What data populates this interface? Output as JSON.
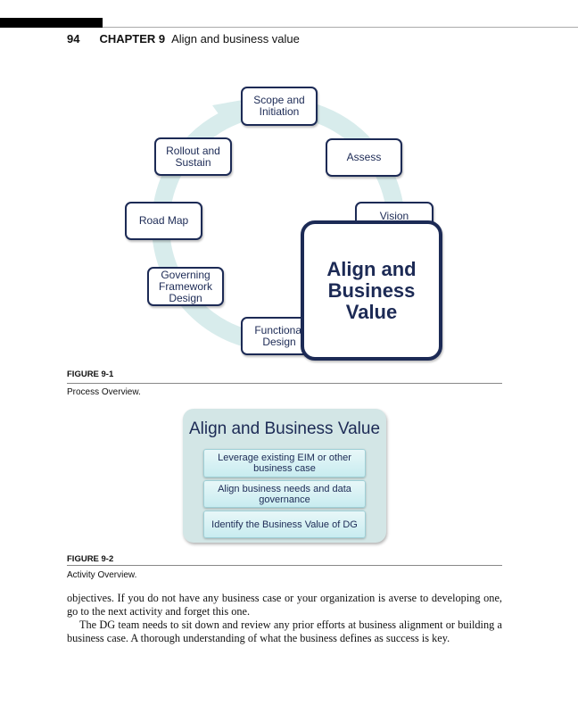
{
  "header": {
    "page_number": "94",
    "chapter": "CHAPTER 9",
    "chapter_title": "Align and business value"
  },
  "figure1": {
    "steps": [
      "Scope and Initiation",
      "Assess",
      "Vision",
      "Functional Design",
      "Governing Framework Design",
      "Road Map",
      "Rollout and Sustain"
    ],
    "highlight": "Align and Business Value",
    "label": "FIGURE 9-1",
    "caption": "Process Overview.",
    "colors": {
      "box_border": "#1c2a55",
      "ring": "#d8ecec"
    }
  },
  "figure2": {
    "title": "Align and Business Value",
    "activities": [
      "Leverage existing EIM or other business case",
      "Align business needs and data governance",
      "Identify the Business Value of DG"
    ],
    "label": "FIGURE 9-2",
    "caption": "Activity Overview."
  },
  "body": {
    "paragraphs": [
      "objectives. If you do not have any business case or your organization is averse to developing one, go to the next activity and forget this one.",
      "The DG team needs to sit down and review any prior efforts at business alignment or building a business case. A thorough understanding of what the business defines as success is key."
    ]
  }
}
